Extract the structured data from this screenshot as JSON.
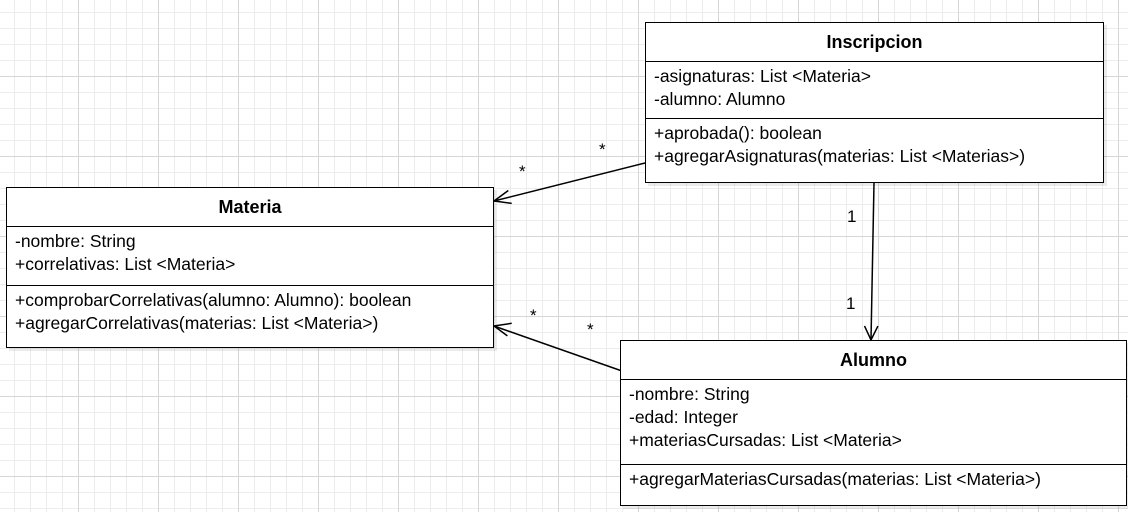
{
  "classes": {
    "inscripcion": {
      "name": "Inscripcion",
      "attributes": [
        "-asignaturas: List <Materia>",
        "-alumno: Alumno"
      ],
      "methods": [
        "+aprobada(): boolean",
        "+agregarAsignaturas(materias: List <Materias>)"
      ]
    },
    "materia": {
      "name": "Materia",
      "attributes": [
        "-nombre: String",
        "+correlativas: List <Materia>"
      ],
      "methods": [
        "+comprobarCorrelativas(alumno: Alumno): boolean",
        "+agregarCorrelativas(materias: List <Materia>)"
      ]
    },
    "alumno": {
      "name": "Alumno",
      "attributes": [
        "-nombre: String",
        "-edad: Integer",
        "+materiasCursadas: List <Materia>"
      ],
      "methods": [
        "+agregarMateriasCursadas(materias: List <Materia>)"
      ]
    }
  },
  "associations": {
    "inscripcion_materia": {
      "source_multiplicity": "*",
      "target_multiplicity": "*"
    },
    "inscripcion_alumno": {
      "source_multiplicity": "1",
      "target_multiplicity": "1"
    },
    "alumno_materia": {
      "source_multiplicity": "*",
      "target_multiplicity": "*"
    }
  },
  "colors": {
    "grid_major": "#d6d6d6",
    "grid_minor": "#ececec",
    "stroke": "#000000",
    "fill": "#ffffff"
  }
}
